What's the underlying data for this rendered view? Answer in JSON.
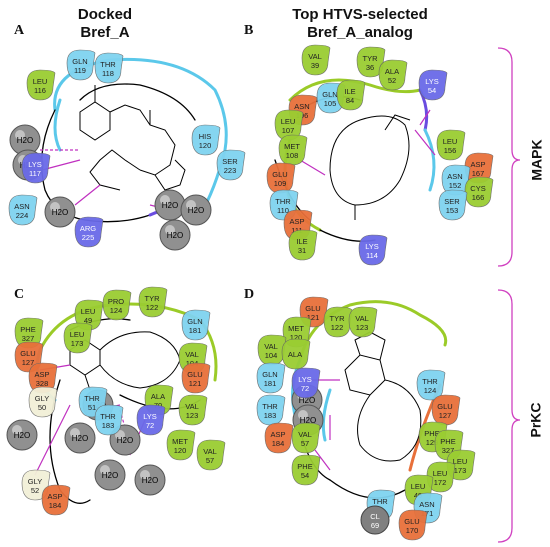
{
  "headers": {
    "left": "Docked Bref_A",
    "left_l1": "Docked",
    "left_l2": "Bref_A",
    "right_l1": "Top HTVS-selected",
    "right_l2": "Bref_A_analog"
  },
  "side_labels": {
    "top": "MAPK",
    "bottom": "PrKC"
  },
  "panels": [
    {
      "label": "A",
      "residues": [
        {
          "name": "LEU",
          "num": "116",
          "cls": "hydrophobic"
        },
        {
          "name": "GLN",
          "num": "119",
          "cls": "polar"
        },
        {
          "name": "THR",
          "num": "118",
          "cls": "polar"
        },
        {
          "name": "HIS",
          "num": "120",
          "cls": "polar"
        },
        {
          "name": "SER",
          "num": "223",
          "cls": "polar"
        },
        {
          "name": "LYS",
          "num": "117",
          "cls": "positive"
        },
        {
          "name": "ASN",
          "num": "224",
          "cls": "polar"
        },
        {
          "name": "ARG",
          "num": "225",
          "cls": "positive"
        }
      ],
      "waters": [
        "H2O",
        "H2O",
        "H2O",
        "H2O",
        "H2O",
        "H2O"
      ]
    },
    {
      "label": "B",
      "residues": [
        {
          "name": "VAL",
          "num": "39",
          "cls": "hydrophobic"
        },
        {
          "name": "TYR",
          "num": "36",
          "cls": "hydrophobic"
        },
        {
          "name": "ALA",
          "num": "52",
          "cls": "hydrophobic"
        },
        {
          "name": "LYS",
          "num": "54",
          "cls": "positive"
        },
        {
          "name": "ASN",
          "num": "106",
          "cls": "negative"
        },
        {
          "name": "GLN",
          "num": "105",
          "cls": "polar"
        },
        {
          "name": "ILE",
          "num": "84",
          "cls": "hydrophobic"
        },
        {
          "name": "LEU",
          "num": "107",
          "cls": "hydrophobic"
        },
        {
          "name": "MET",
          "num": "108",
          "cls": "hydrophobic"
        },
        {
          "name": "GLU",
          "num": "109",
          "cls": "negative"
        },
        {
          "name": "LEU",
          "num": "156",
          "cls": "hydrophobic"
        },
        {
          "name": "ASP",
          "num": "167",
          "cls": "negative"
        },
        {
          "name": "ASN",
          "num": "152",
          "cls": "polar"
        },
        {
          "name": "CYS",
          "num": "166",
          "cls": "hydrophobic"
        },
        {
          "name": "SER",
          "num": "153",
          "cls": "polar"
        },
        {
          "name": "THR",
          "num": "110",
          "cls": "polar"
        },
        {
          "name": "ASP",
          "num": "111",
          "cls": "negative"
        },
        {
          "name": "ILE",
          "num": "31",
          "cls": "hydrophobic"
        },
        {
          "name": "LYS",
          "num": "114",
          "cls": "positive"
        }
      ],
      "waters": []
    },
    {
      "label": "C",
      "residues": [
        {
          "name": "LEU",
          "num": "49",
          "cls": "hydrophobic"
        },
        {
          "name": "PRO",
          "num": "124",
          "cls": "hydrophobic"
        },
        {
          "name": "LEU",
          "num": "173",
          "cls": "hydrophobic"
        },
        {
          "name": "TYR",
          "num": "122",
          "cls": "hydrophobic"
        },
        {
          "name": "GLN",
          "num": "181",
          "cls": "polar"
        },
        {
          "name": "PHE",
          "num": "327",
          "cls": "hydrophobic"
        },
        {
          "name": "GLU",
          "num": "127",
          "cls": "negative"
        },
        {
          "name": "ASP",
          "num": "328",
          "cls": "negative"
        },
        {
          "name": "VAL",
          "num": "104",
          "cls": "hydrophobic"
        },
        {
          "name": "GLU",
          "num": "121",
          "cls": "negative"
        },
        {
          "name": "GLY",
          "num": "50",
          "cls": "glycine"
        },
        {
          "name": "THR",
          "num": "51",
          "cls": "polar"
        },
        {
          "name": "ALA",
          "num": "70",
          "cls": "hydrophobic"
        },
        {
          "name": "VAL",
          "num": "123",
          "cls": "hydrophobic"
        },
        {
          "name": "THR",
          "num": "183",
          "cls": "polar"
        },
        {
          "name": "LYS",
          "num": "72",
          "cls": "positive"
        },
        {
          "name": "MET",
          "num": "120",
          "cls": "hydrophobic"
        },
        {
          "name": "VAL",
          "num": "57",
          "cls": "hydrophobic"
        },
        {
          "name": "GLY",
          "num": "52",
          "cls": "glycine"
        },
        {
          "name": "ASP",
          "num": "184",
          "cls": "negative"
        }
      ],
      "waters": [
        "H2O",
        "H2O",
        "H2O",
        "H2O",
        "H2O",
        "H2O"
      ]
    },
    {
      "label": "D",
      "residues": [
        {
          "name": "GLU",
          "num": "121",
          "cls": "negative"
        },
        {
          "name": "TYR",
          "num": "122",
          "cls": "hydrophobic"
        },
        {
          "name": "VAL",
          "num": "123",
          "cls": "hydrophobic"
        },
        {
          "name": "MET",
          "num": "120",
          "cls": "hydrophobic"
        },
        {
          "name": "VAL",
          "num": "104",
          "cls": "hydrophobic"
        },
        {
          "name": "ALA",
          "num": "",
          "cls": "hydrophobic"
        },
        {
          "name": "GLN",
          "num": "181",
          "cls": "polar"
        },
        {
          "name": "LYS",
          "num": "72",
          "cls": "positive"
        },
        {
          "name": "THR",
          "num": "183",
          "cls": "polar"
        },
        {
          "name": "ASP",
          "num": "184",
          "cls": "negative"
        },
        {
          "name": "VAL",
          "num": "57",
          "cls": "hydrophobic"
        },
        {
          "name": "PHE",
          "num": "54",
          "cls": "hydrophobic"
        },
        {
          "name": "THR",
          "num": "124",
          "cls": "polar"
        },
        {
          "name": "GLU",
          "num": "127",
          "cls": "negative"
        },
        {
          "name": "PHE",
          "num": "129",
          "cls": "hydrophobic"
        },
        {
          "name": "PHE",
          "num": "327",
          "cls": "hydrophobic"
        },
        {
          "name": "LEU",
          "num": "173",
          "cls": "hydrophobic"
        },
        {
          "name": "LEU",
          "num": "172",
          "cls": "hydrophobic"
        },
        {
          "name": "LEU",
          "num": "49",
          "cls": "hydrophobic"
        },
        {
          "name": "ASN",
          "num": "171",
          "cls": "polar"
        },
        {
          "name": "GLU",
          "num": "170",
          "cls": "negative"
        },
        {
          "name": "THR",
          "num": "51",
          "cls": "polar"
        },
        {
          "name": "CL",
          "num": "69",
          "cls": "ion"
        }
      ],
      "waters": [
        "H2O",
        "H2O"
      ]
    }
  ],
  "colors": {
    "hydrophobic": "#9ACD32",
    "polar": "#7FD3F0",
    "positive": "#6A6AE8",
    "negative": "#E8703A",
    "glycine": "#F2F0D8",
    "ion": "#808080",
    "water": "#909090",
    "pocket_cyan": "#5BC8EA",
    "pocket_green": "#9BCB28",
    "pocket_purple": "#6A4CE0",
    "pocket_orange": "#E8703A",
    "hbond": "#C030C0",
    "bracket": "#D040C0"
  }
}
